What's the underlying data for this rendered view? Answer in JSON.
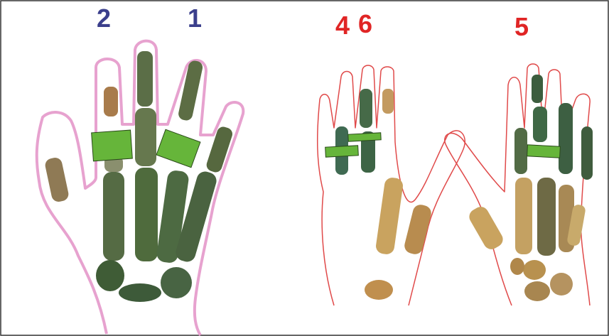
{
  "labels": {
    "l2": "2",
    "l1": "1",
    "l4": "4",
    "l6": "6",
    "l5": "5"
  },
  "colors": {
    "outline_pink": "#e7a2cf",
    "outline_red": "#e04a4a",
    "marker_green": "#66b53a",
    "label_blue": "#3b3f8c",
    "label_red": "#e02525",
    "bone_green": "#4f6b3d",
    "bone_tan": "#c9a35f",
    "frame": "#333333"
  },
  "icons": {
    "left_hand": "hand-skeleton-outlined-pink",
    "right_hands": "two-hand-skeletons-outlined-red",
    "marker": "green-rectangle"
  }
}
